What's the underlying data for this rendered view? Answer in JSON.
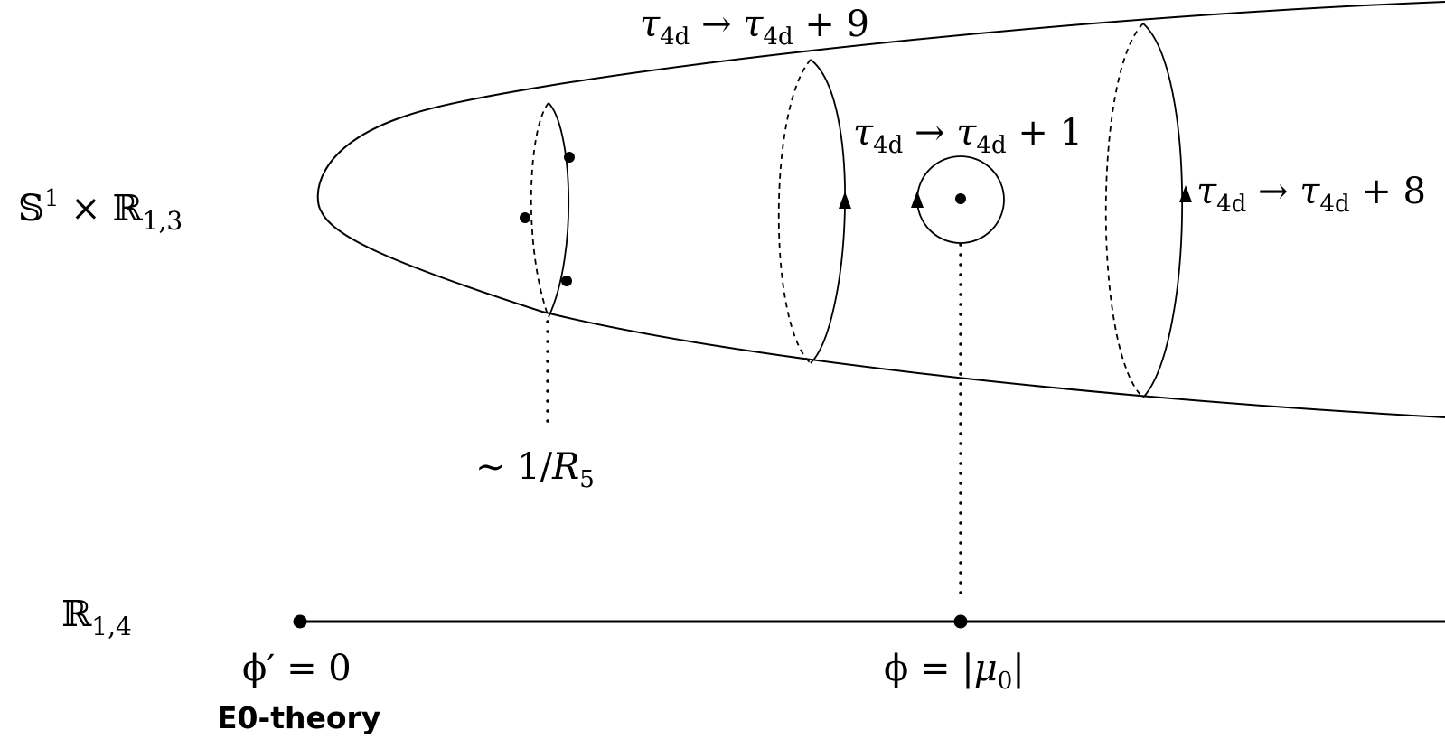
{
  "labels": {
    "space_product": {
      "base": "𝕊",
      "sup": "1",
      "mid": " × ℝ",
      "sub": "1,3"
    },
    "space_r14": {
      "base": "ℝ",
      "sub": "1,4"
    },
    "shift_9": {
      "tau": "τ",
      "sub": "4d",
      "arrow": " → ",
      "tau2": "τ",
      "sub2": "4d",
      "rest": " + 9"
    },
    "shift_1": {
      "tau": "τ",
      "sub": "4d",
      "arrow": " → ",
      "tau2": "τ",
      "sub2": "4d",
      "rest": " + 1"
    },
    "shift_8": {
      "tau": "τ",
      "sub": "4d",
      "arrow": " → ",
      "tau2": "τ",
      "sub2": "4d",
      "rest": " + 8"
    },
    "radius": {
      "pre": "∼ 1/",
      "R": "R",
      "sub": "5"
    },
    "phi_prime": {
      "text": "ϕ′ = 0"
    },
    "phi_mu": {
      "pre": "ϕ = |",
      "mu": "μ",
      "sub": "0",
      "post": "|"
    },
    "e0_theory": "E0-theory"
  }
}
